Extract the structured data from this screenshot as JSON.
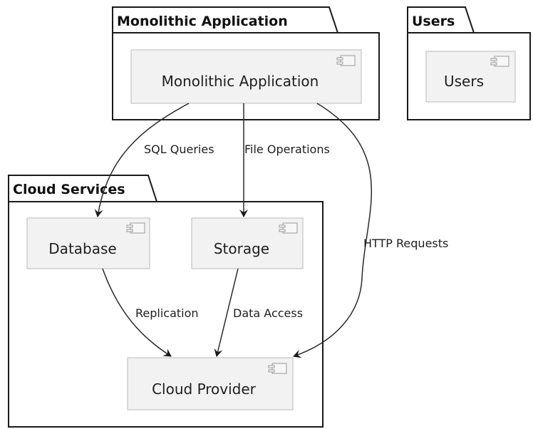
{
  "packages": {
    "monolith": {
      "title": "Monolithic Application"
    },
    "users": {
      "title": "Users"
    },
    "cloud": {
      "title": "Cloud Services"
    }
  },
  "components": {
    "monolith_app": {
      "label": "Monolithic Application",
      "icon": "component-icon"
    },
    "users": {
      "label": "Users",
      "icon": "component-icon"
    },
    "database": {
      "label": "Database",
      "icon": "component-icon"
    },
    "storage": {
      "label": "Storage",
      "icon": "component-icon"
    },
    "cloud_provider": {
      "label": "Cloud Provider",
      "icon": "component-icon"
    }
  },
  "edges": {
    "sql": {
      "label": "SQL Queries",
      "from": "Monolithic Application",
      "to": "Database"
    },
    "file": {
      "label": "File Operations",
      "from": "Monolithic Application",
      "to": "Storage"
    },
    "http": {
      "label": "HTTP Requests",
      "from": "Monolithic Application",
      "to": "Cloud Provider"
    },
    "replication": {
      "label": "Replication",
      "from": "Database",
      "to": "Cloud Provider"
    },
    "data_access": {
      "label": "Data Access",
      "from": "Storage",
      "to": "Cloud Provider"
    }
  },
  "colors": {
    "line": "#1a1a1a",
    "component_fill": "#f2f2f2",
    "component_border": "#c8c8c8",
    "background": "#ffffff"
  }
}
